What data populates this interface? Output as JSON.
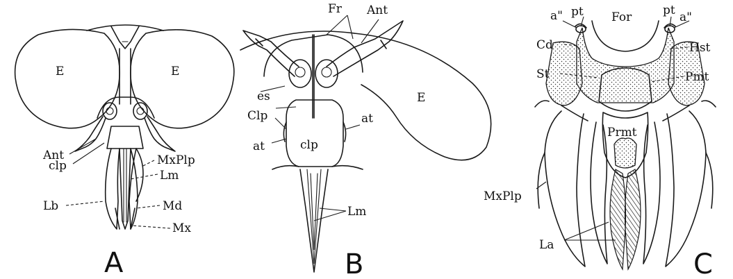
{
  "panel_a": {
    "letter": "A",
    "labels": {
      "eye_left": "E",
      "eye_right": "E",
      "antenna": "Ant",
      "clypeus": "clp",
      "labium": "Lb",
      "maxillary_palp": "MxPlp",
      "labrum": "Lm",
      "mandible": "Md",
      "maxilla": "Mx"
    }
  },
  "panel_b": {
    "letter": "B",
    "labels": {
      "frons": "Fr",
      "antenna": "Ant",
      "epicranial_suture": "es",
      "eye": "E",
      "clypeus_upper": "Clp",
      "tentorial_pit_right": "at",
      "tentorial_pit_left": "at",
      "clypeus": "clp",
      "labrum": "Lm"
    }
  },
  "panel_c": {
    "letter": "C",
    "labels": {
      "condyle_left": "a\"",
      "pit_left": "pt",
      "foramen": "For",
      "pit_right": "pt",
      "condyle_right": "a\"",
      "cardo": "Cd",
      "hypostoma": "Hst",
      "stipes": "St",
      "postmentum": "Pmt",
      "prementum": "Prmt",
      "maxillary_palp": "MxPlp",
      "labella": "La"
    }
  }
}
